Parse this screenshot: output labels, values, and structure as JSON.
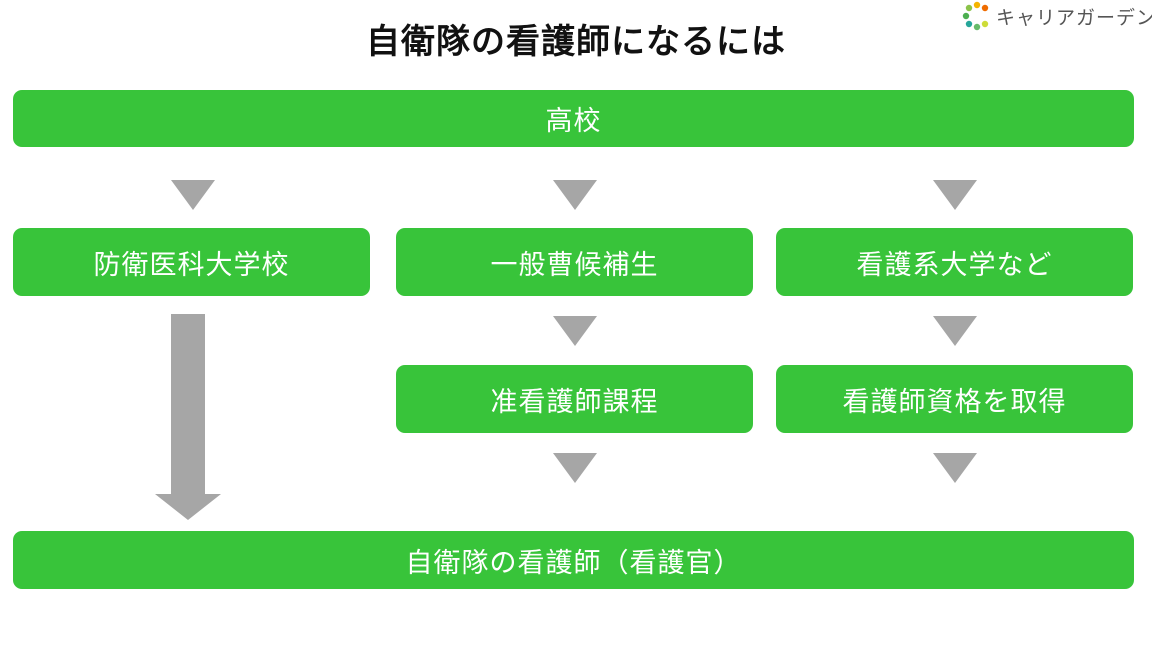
{
  "title": "自衛隊の看護師になるには",
  "logo": {
    "text": "キャリアガーデン"
  },
  "colors": {
    "box_fill": "#38c43a",
    "arrow_fill": "#a6a6a6",
    "box_text": "#ffffff"
  },
  "nodes": {
    "high_school": "高校",
    "defense_medical_college": "防衛医科大学校",
    "general_cadet": "一般曹候補生",
    "nursing_university": "看護系大学など",
    "assistant_nurse_course": "准看護師課程",
    "obtain_nurse_license": "看護師資格を取得",
    "sdf_nurse": "自衛隊の看護師（看護官）"
  }
}
